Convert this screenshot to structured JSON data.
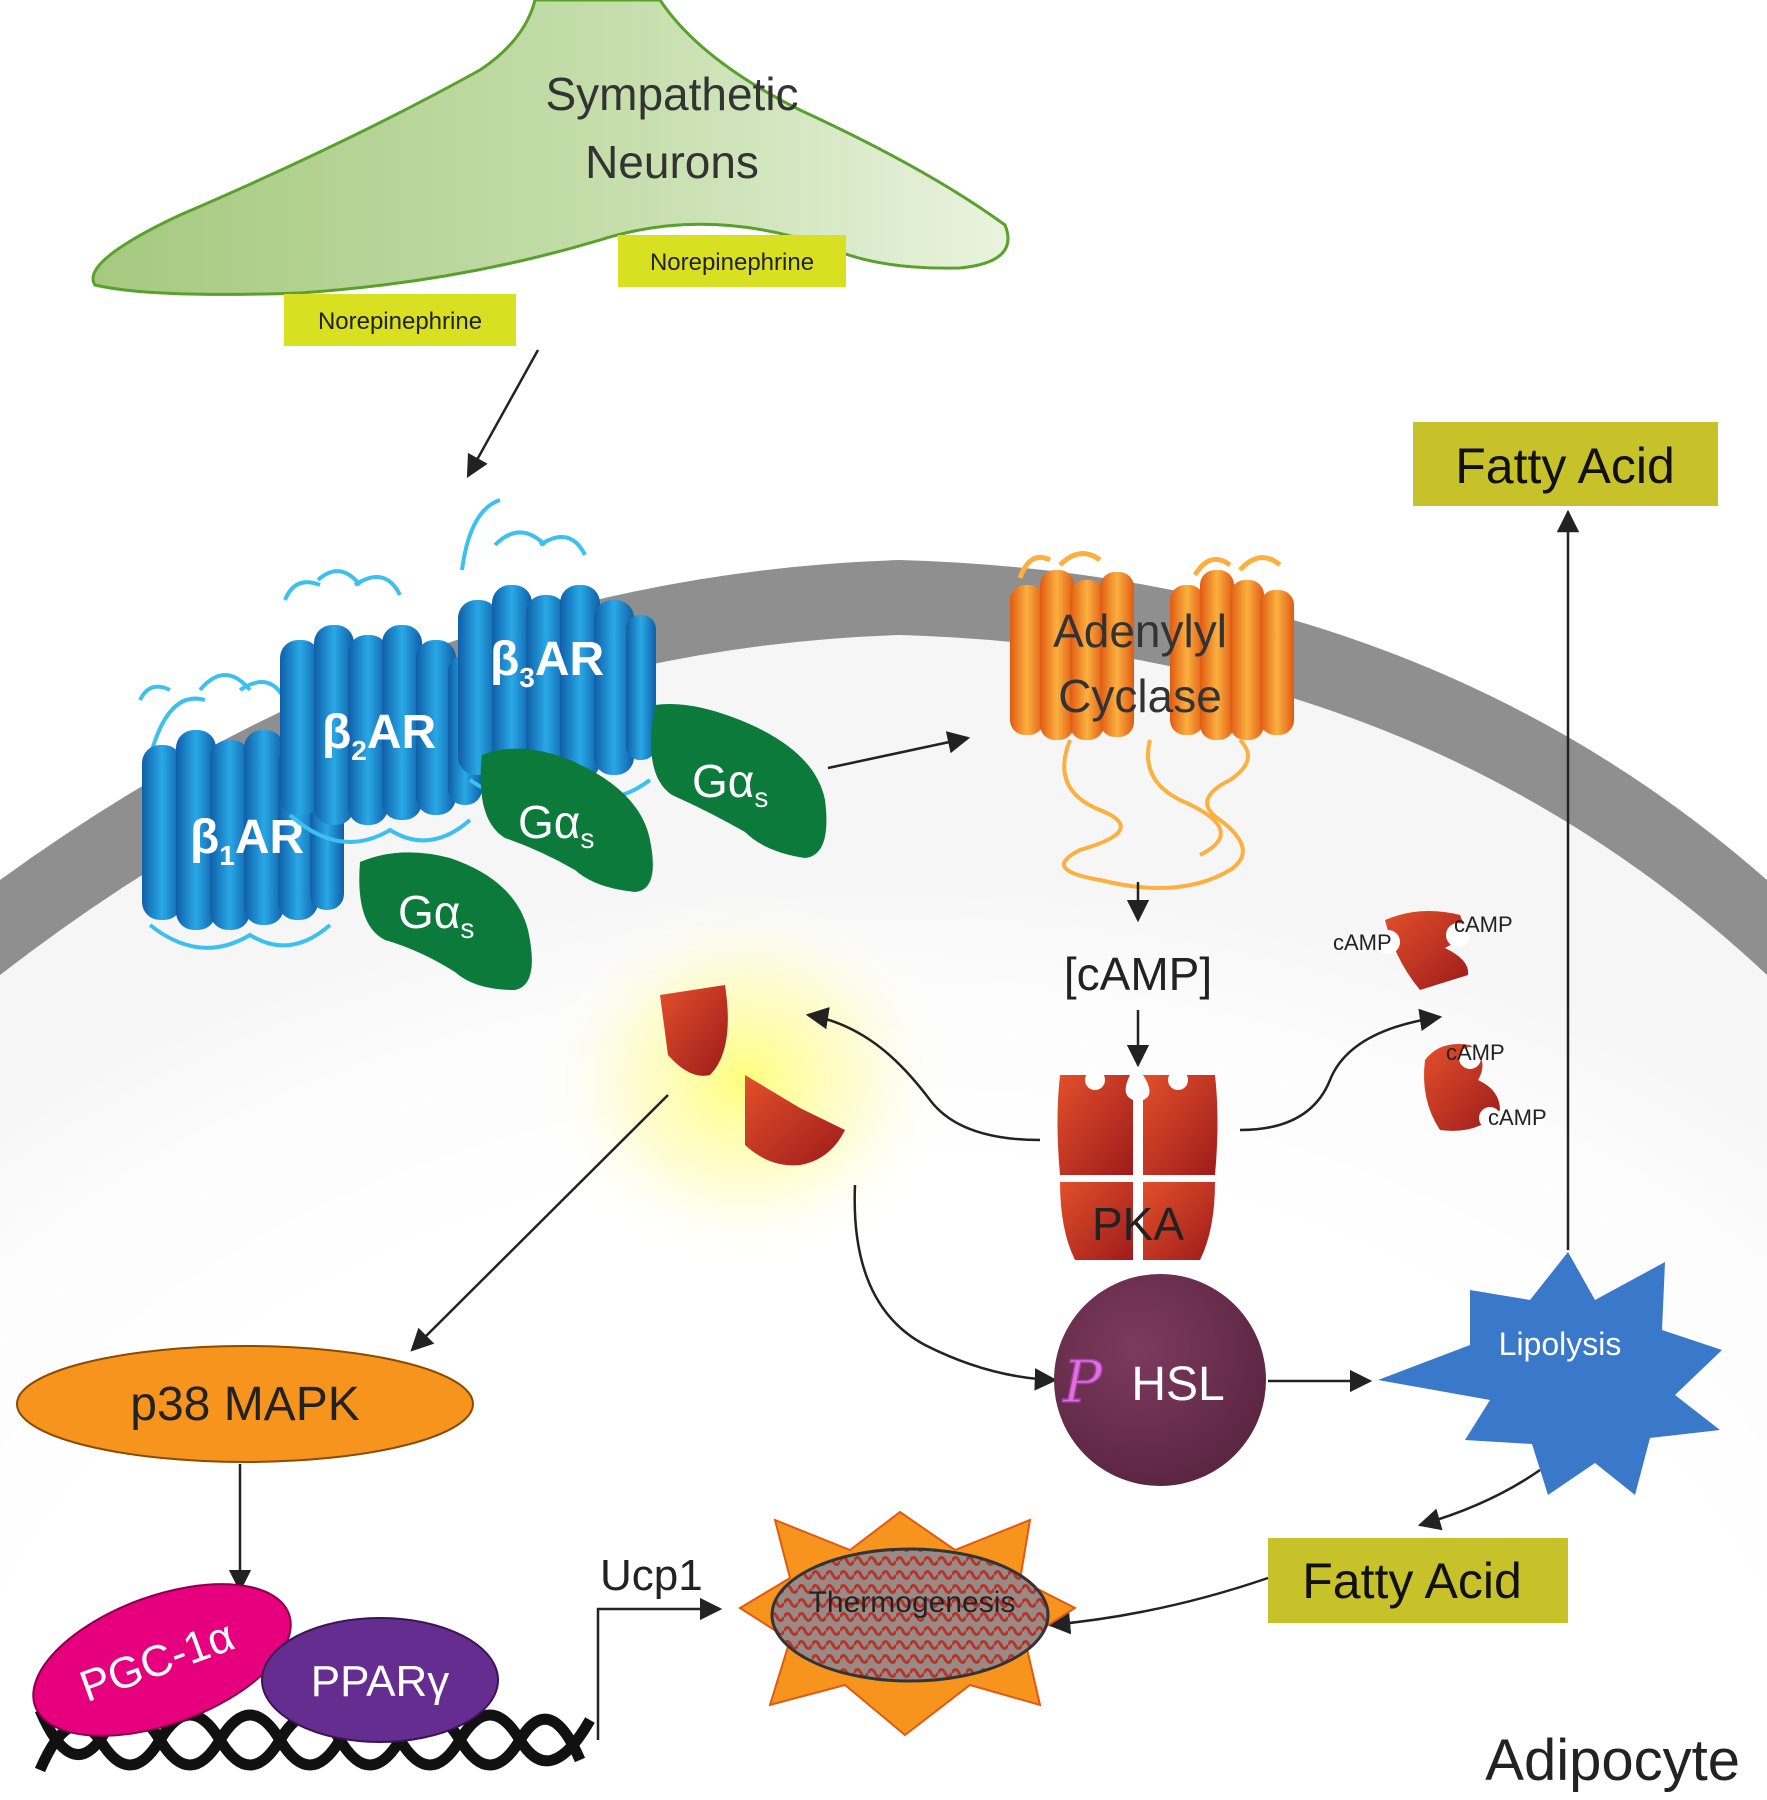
{
  "neuron": {
    "line1": "Sympathetic",
    "line2": "Neurons"
  },
  "norepinephrine": {
    "label_a": "Norepinephrine",
    "label_b": "Norepinephrine"
  },
  "receptors": {
    "b1": {
      "beta": "β",
      "sub": "1",
      "suffix": "AR"
    },
    "b2": {
      "beta": "β",
      "sub": "2",
      "suffix": "AR"
    },
    "b3": {
      "beta": "β",
      "sub": "3",
      "suffix": "AR"
    }
  },
  "g_protein": {
    "alpha": "Gα",
    "sub": "s"
  },
  "adenylyl_cyclase": {
    "line1": "Adenylyl",
    "line2": "Cyclase"
  },
  "camp_level": "[cAMP]",
  "pka": "PKA",
  "camp_label": "cAMP",
  "fatty_acid_top": "Fatty Acid",
  "fatty_acid_bottom": "Fatty Acid",
  "lipolysis": "Lipolysis",
  "hsl": {
    "phospho": "P",
    "label": "HSL"
  },
  "p38": "p38 MAPK",
  "pgc": "PGC-1α",
  "ppar": "PPARγ",
  "ucp1": "Ucp1",
  "thermogenesis": "Thermogenesis",
  "adipocyte": "Adipocyte",
  "colors": {
    "neuron_fill": "#b9d49a",
    "neuron_stroke": "#5aa02c",
    "box_yellow_green": "#d9e021",
    "fatty_acid_box": "#c8c22a",
    "receptor_blue": "#1e8fd6",
    "g_protein_green": "#0b7a3b",
    "cyclase_orange": "#f58220",
    "pka_red": "#c1272d",
    "hsl_maroon": "#6b2d4e",
    "lipolysis_blue": "#3a78c9",
    "p38_orange": "#f7941d",
    "pgc_pink": "#e6007e",
    "ppar_purple": "#662d91",
    "thermo_orange": "#f7941d"
  }
}
